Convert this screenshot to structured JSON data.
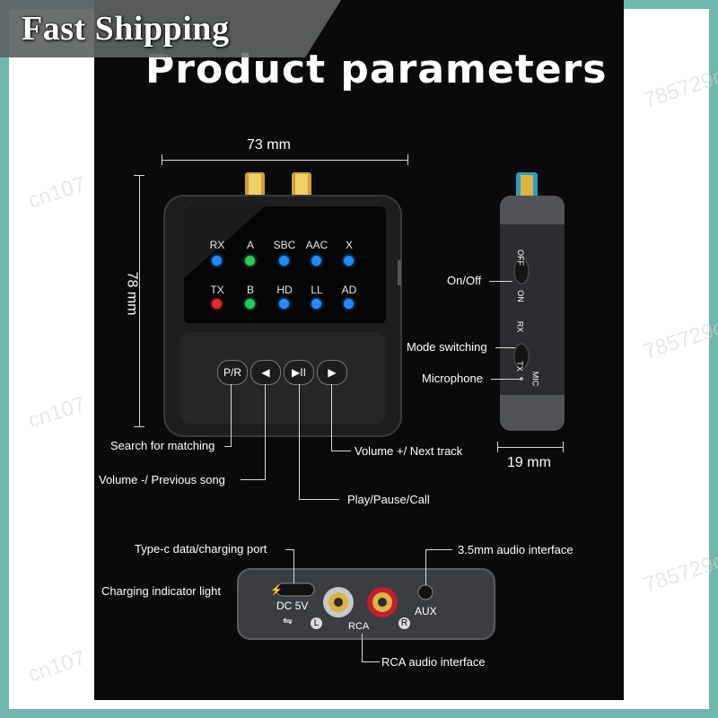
{
  "banner": {
    "text": "Fast Shipping"
  },
  "title": "Product parameters",
  "watermark": {
    "text_a": "cn107",
    "text_b": "785729c"
  },
  "dimensions": {
    "width": "73 mm",
    "height": "78 mm",
    "depth": "19 mm"
  },
  "front_leds": [
    {
      "label": "RX",
      "color": "blue"
    },
    {
      "label": "A",
      "color": "green"
    },
    {
      "label": "SBC",
      "color": "blue"
    },
    {
      "label": "AAC",
      "color": "blue"
    },
    {
      "label": "X",
      "color": "blue"
    },
    {
      "label": "TX",
      "color": "red"
    },
    {
      "label": "B",
      "color": "green"
    },
    {
      "label": "HD",
      "color": "blue"
    },
    {
      "label": "LL",
      "color": "blue"
    },
    {
      "label": "AD",
      "color": "blue"
    }
  ],
  "buttons": {
    "pr": "P/R",
    "prev": "◀",
    "play": "▶II",
    "next": "▶"
  },
  "callouts": {
    "search": "Search for matching",
    "volume_down": "Volume -/ Previous song",
    "play": "Play/Pause/Call",
    "volume_up": "Volume +/ Next track",
    "on_off": "On/Off",
    "mode": "Mode switching",
    "mic": "Microphone",
    "typec": "Type-c data/charging port",
    "charging_light": "Charging indicator light",
    "aux_interface": "3.5mm audio interface",
    "rca_interface": "RCA audio interface"
  },
  "side_labels": {
    "off": "OFF",
    "on": "ON",
    "rx": "RX",
    "tx": "TX",
    "mic": "MIC"
  },
  "port_labels": {
    "dc": "DC 5V",
    "aux": "AUX",
    "rca": "RCA",
    "l": "L",
    "r": "R"
  },
  "colors": {
    "panel": "#0a0a0a",
    "frame": "#6fb7ad",
    "led_blue": "#1f8cff",
    "led_green": "#27c95a",
    "led_red": "#e62a2a",
    "gold": "#d9b443"
  }
}
